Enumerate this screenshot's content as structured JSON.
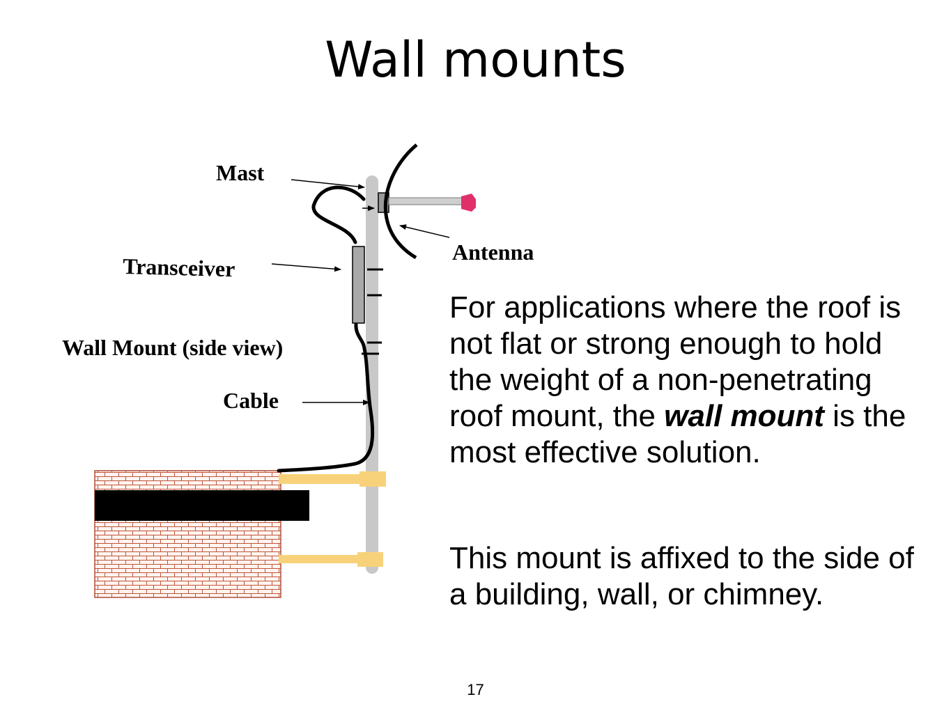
{
  "title": "Wall mounts",
  "diagram": {
    "labels": {
      "mast": "Mast",
      "antenna": "Antenna",
      "transceiver": "Transceiver",
      "wall_mount": "Wall Mount (side view)",
      "cable": "Cable"
    },
    "colors": {
      "brick_mortar": "#c0533a",
      "brick_face": "#fff5f0",
      "mast": "#c8c8c8",
      "bracket": "#f8d27a",
      "antenna_tip": "#e0306a",
      "transceiver": "#a9a9a9"
    }
  },
  "body": {
    "paragraph1": {
      "before": "For applications where the roof is not flat or strong enough to hold the weight of a non-penetrating roof mount, the ",
      "emphasis": "wall mount",
      "after": " is the most effective solution."
    },
    "paragraph2": "This mount is affixed to the side of a building, wall, or chimney."
  },
  "page_number": "17"
}
